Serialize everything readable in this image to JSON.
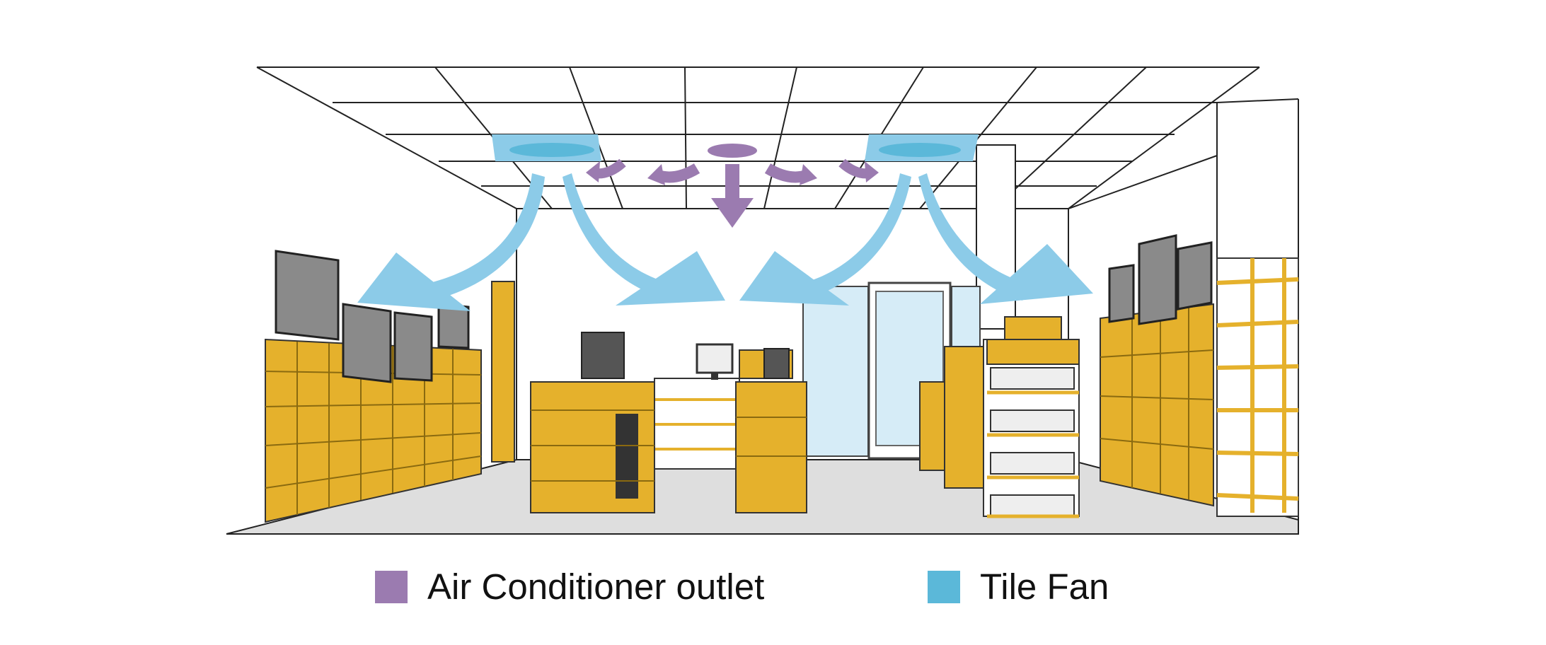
{
  "legend": {
    "items": [
      {
        "label": "Air Conditioner outlet",
        "color": "#9b7bb0"
      },
      {
        "label": "Tile Fan",
        "color": "#5bb8d9"
      }
    ]
  },
  "colors": {
    "ac_outlet": "#9b7bb0",
    "tile_fan": "#5bb8d9",
    "fan_airflow": "#8ccbe8",
    "shelving": "#e5b12c",
    "floor": "#dedede",
    "line": "#222222"
  },
  "icons": [
    "ceiling-grid",
    "tile-fan",
    "air-conditioner-outlet",
    "airflow-arrow",
    "shelving-unit",
    "monitor",
    "door"
  ]
}
